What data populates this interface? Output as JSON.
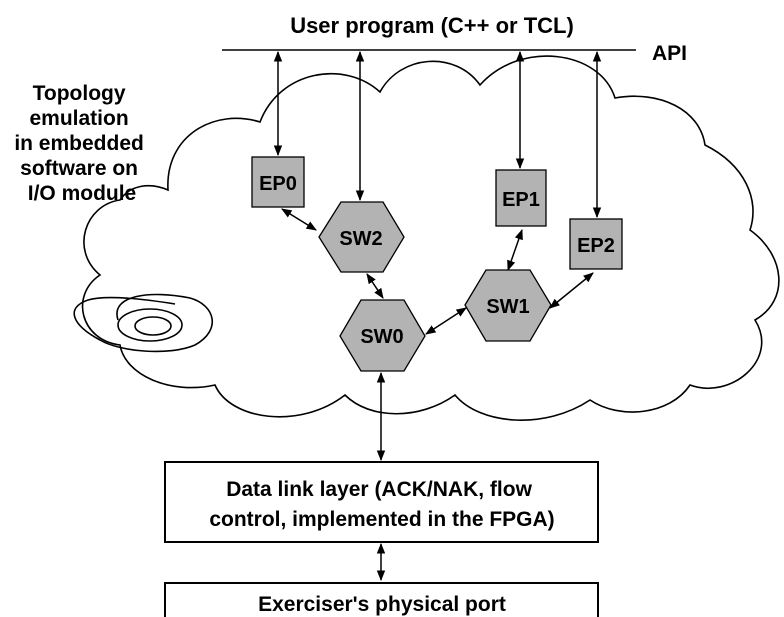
{
  "top_label": "User program (C++ or TCL)",
  "api_label": "API",
  "side_label": [
    "Topology",
    "emulation",
    "in embedded",
    "software on",
    "I/O module"
  ],
  "nodes": {
    "ep0": "EP0",
    "ep1": "EP1",
    "ep2": "EP2",
    "sw0": "SW0",
    "sw1": "SW1",
    "sw2": "SW2"
  },
  "data_link_box": [
    "Data link layer (ACK/NAK, flow",
    "control, implemented in the FPGA)"
  ],
  "physical_port_box": "Exerciser's physical port",
  "colors": {
    "node_fill": "#b3b3b3",
    "stroke": "#000000",
    "background": "#ffffff"
  }
}
